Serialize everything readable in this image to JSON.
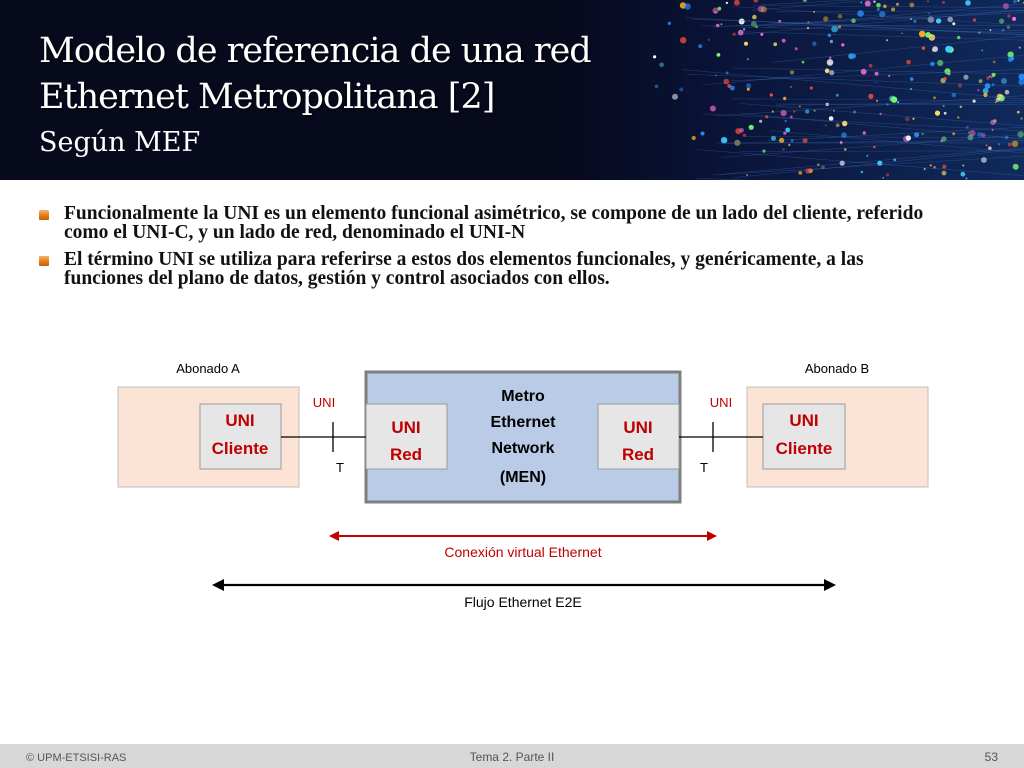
{
  "slide": {
    "title_line1": "Modelo de referencia de una red",
    "title_line2": "Ethernet Metropolitana [2]",
    "subtitle": "Según MEF"
  },
  "bullets": [
    "Funcionalmente la UNI es un elemento funcional asimétrico, se compone de un lado del cliente, referido como el UNI-C, y un lado de red, denominado el UNI-N",
    "El término UNI se utiliza para referirse a estos dos elementos funcionales, y genéricamente, a las funciones del plano de datos, gestión y control asociados con ellos."
  ],
  "diagram": {
    "subscriber_a": "Abonado A",
    "subscriber_b": "Abonado B",
    "uni_client_line1": "UNI",
    "uni_client_line2": "Cliente",
    "uni_network_line1": "UNI",
    "uni_network_line2": "Red",
    "men_lines": [
      "Metro",
      "Ethernet",
      "Network",
      "(MEN)"
    ],
    "uni_label": "UNI",
    "t_label": "T",
    "virtual_connection": "Conexión virtual Ethernet",
    "e2e_flow": "Flujo Ethernet E2E"
  },
  "colors": {
    "men_fill": "#b9cbe6",
    "subscriber_fill": "#fbe3d5",
    "uni_box_fill": "#e6e6e6",
    "red_text": "#c00000",
    "accent_orange": "#e8801e"
  },
  "footer": {
    "left": "© UPM-ETSISI-RAS",
    "center": "Tema 2. Parte II",
    "page": "53"
  }
}
